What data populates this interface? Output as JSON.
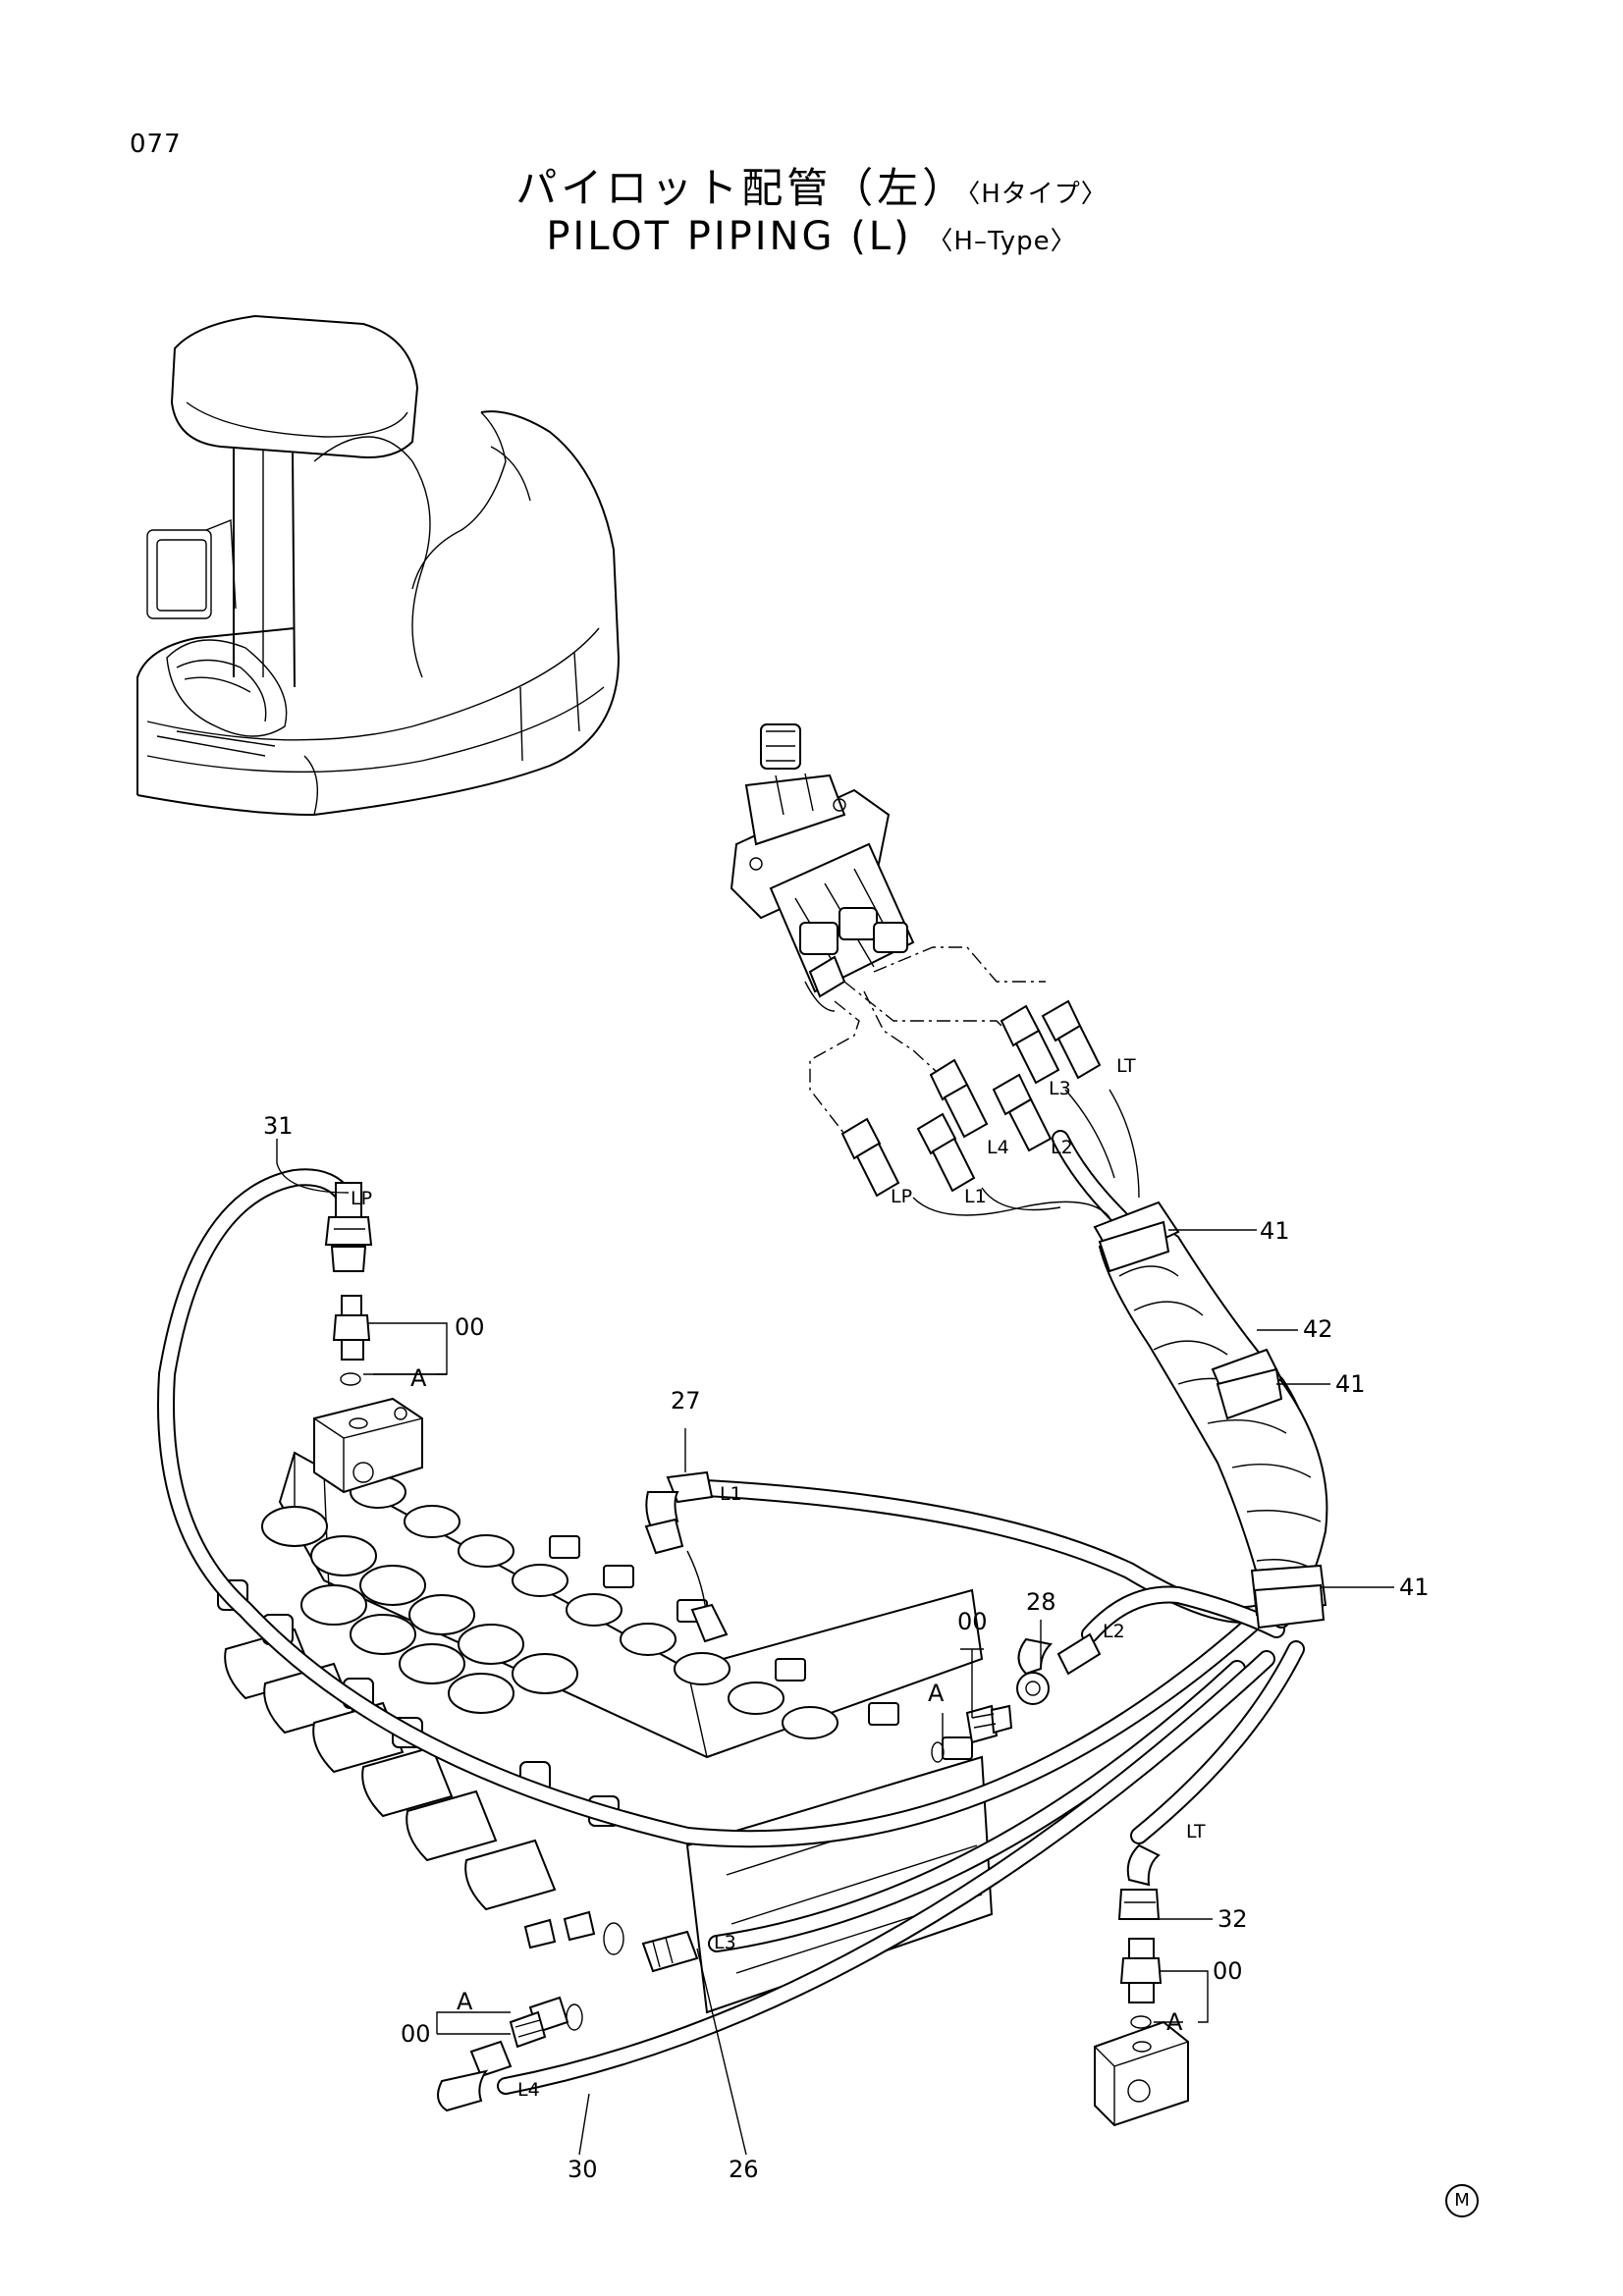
{
  "page": {
    "number": "077"
  },
  "title": {
    "jp": "パイロット配管（左）",
    "jp_sub": "〈Hタイプ〉",
    "en": "PILOT PIPING (L)",
    "en_sub": "〈H–Type〉"
  },
  "callouts": [
    "31",
    "00",
    "A",
    "27",
    "41",
    "42",
    "41",
    "41",
    "28",
    "00",
    "A",
    "32",
    "00",
    "A",
    "00",
    "A",
    "26",
    "30"
  ],
  "ports": [
    "LT",
    "L3",
    "L2",
    "L4",
    "L1",
    "LP",
    "LP",
    "L1",
    "L2",
    "LT",
    "L3",
    "L4"
  ],
  "mark": "M"
}
